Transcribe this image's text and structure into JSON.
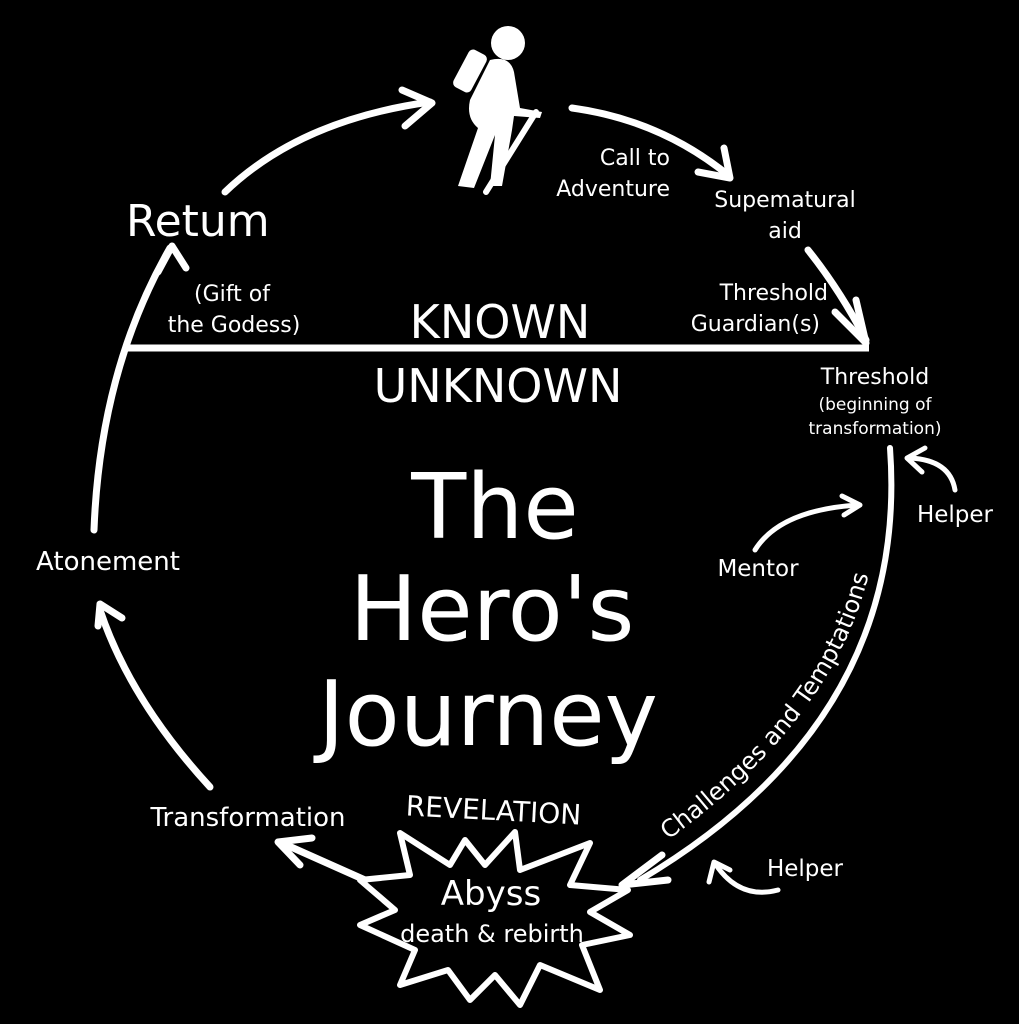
{
  "title": {
    "line1": "The",
    "line2": "Hero's",
    "line3": "Journey"
  },
  "divider": {
    "above": "KNOWN",
    "below": "UNKNOWN"
  },
  "stages": {
    "call_to_adventure": {
      "line1": "Call to",
      "line2": "Adventure"
    },
    "supernatural_aid": {
      "line1": "Supematural",
      "line2": "aid"
    },
    "threshold_guardians": {
      "line1": "Threshold",
      "line2": "Guardian(s)"
    },
    "threshold": {
      "line1": "Threshold",
      "line2": "(beginning of",
      "line3": "transformation)"
    },
    "challenges": "Challenges and Temptations",
    "mentor": "Mentor",
    "helper_upper": "Helper",
    "helper_lower": "Helper",
    "revelation": "REVELATION",
    "abyss": {
      "line1": "Abyss",
      "line2": "death & rebirth"
    },
    "transformation": "Transformation",
    "atonement": "Atonement",
    "return": {
      "label": "Retum",
      "sub1": "(Gift of",
      "sub2": "the Godess)"
    }
  },
  "icons": {
    "hero": "hiker-icon",
    "abyss": "starburst-icon"
  },
  "colors": {
    "background": "#000000",
    "foreground": "#ffffff"
  }
}
